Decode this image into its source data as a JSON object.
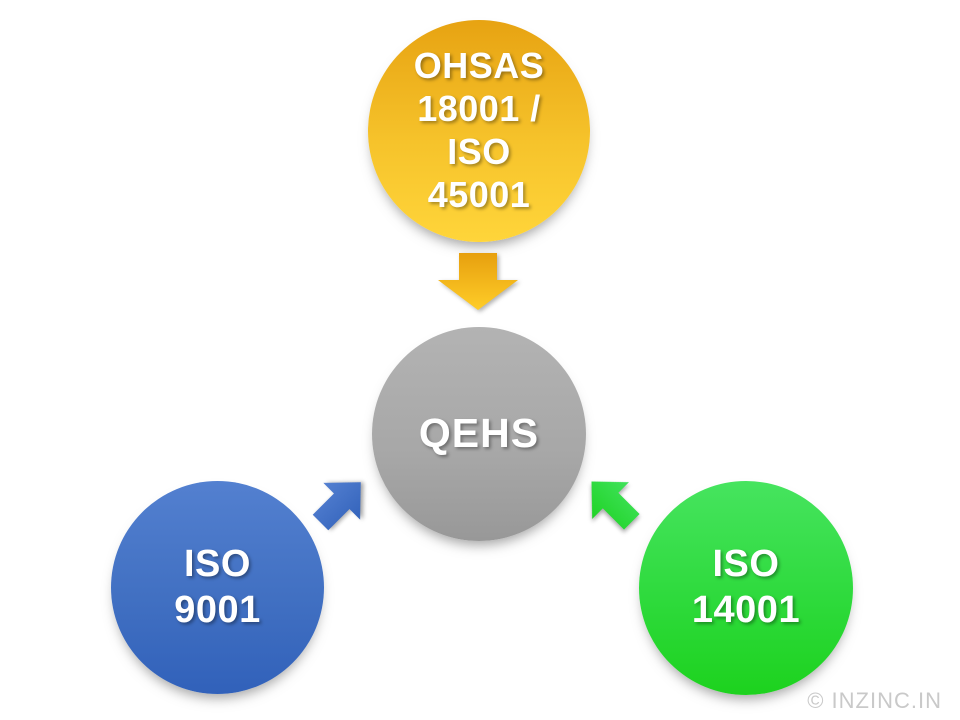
{
  "diagram": {
    "type": "hub-and-spoke",
    "center": {
      "label": "QEHS",
      "color": "#A7A7A7"
    },
    "top": {
      "label": "OHSAS\n18001 /\nISO\n45001",
      "color": "#F2B51E"
    },
    "left": {
      "label": "ISO\n9001",
      "color": "#4472C4"
    },
    "right": {
      "label": "ISO\n14001",
      "color": "#2EDA3C"
    },
    "arrows": {
      "top_to_center": {
        "direction": "down",
        "color": "#F0AC16"
      },
      "left_to_center": {
        "direction": "up-right",
        "color": "#4273C7"
      },
      "right_to_center": {
        "direction": "up-left",
        "color": "#2BDA33"
      }
    }
  },
  "watermark": "© INZINC.IN"
}
